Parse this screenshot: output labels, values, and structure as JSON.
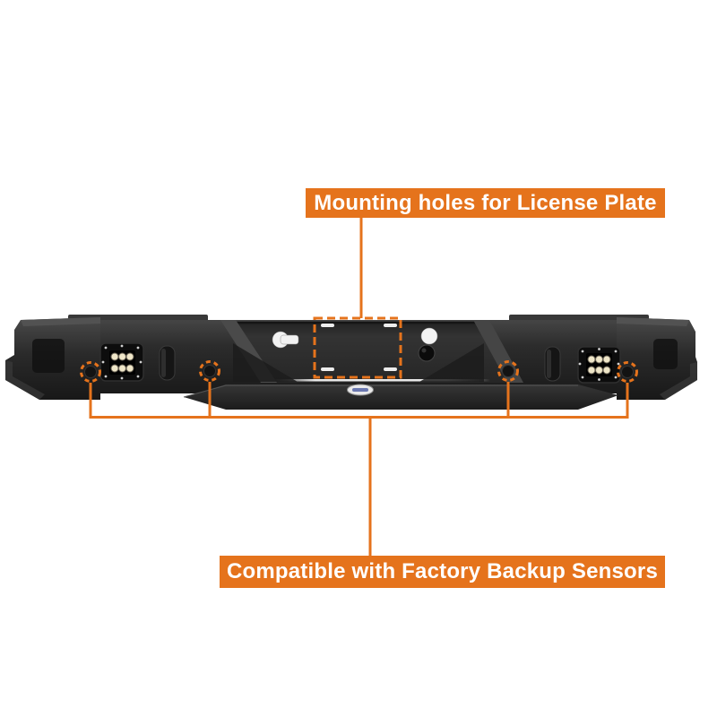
{
  "image": {
    "type": "annotated-product-photo",
    "background": "#ffffff"
  },
  "colors": {
    "accent_orange": "#E5731C",
    "label_text": "#FFFFFF",
    "bumper_body": "#2B2B2B"
  },
  "callouts": {
    "license_plate": {
      "label": "Mounting holes for License Plate",
      "highlight_style": "dashed-rectangle",
      "highlight_count": 1
    },
    "backup_sensors": {
      "label": "Compatible with Factory Backup Sensors",
      "highlight_style": "dashed-circles",
      "highlight_count": 4
    }
  },
  "product": {
    "name": "truck-rear-bumper",
    "features": {
      "led_light_pods": 2,
      "license_plate_slot_holes": 4,
      "backup_sensor_holes": 4
    }
  }
}
